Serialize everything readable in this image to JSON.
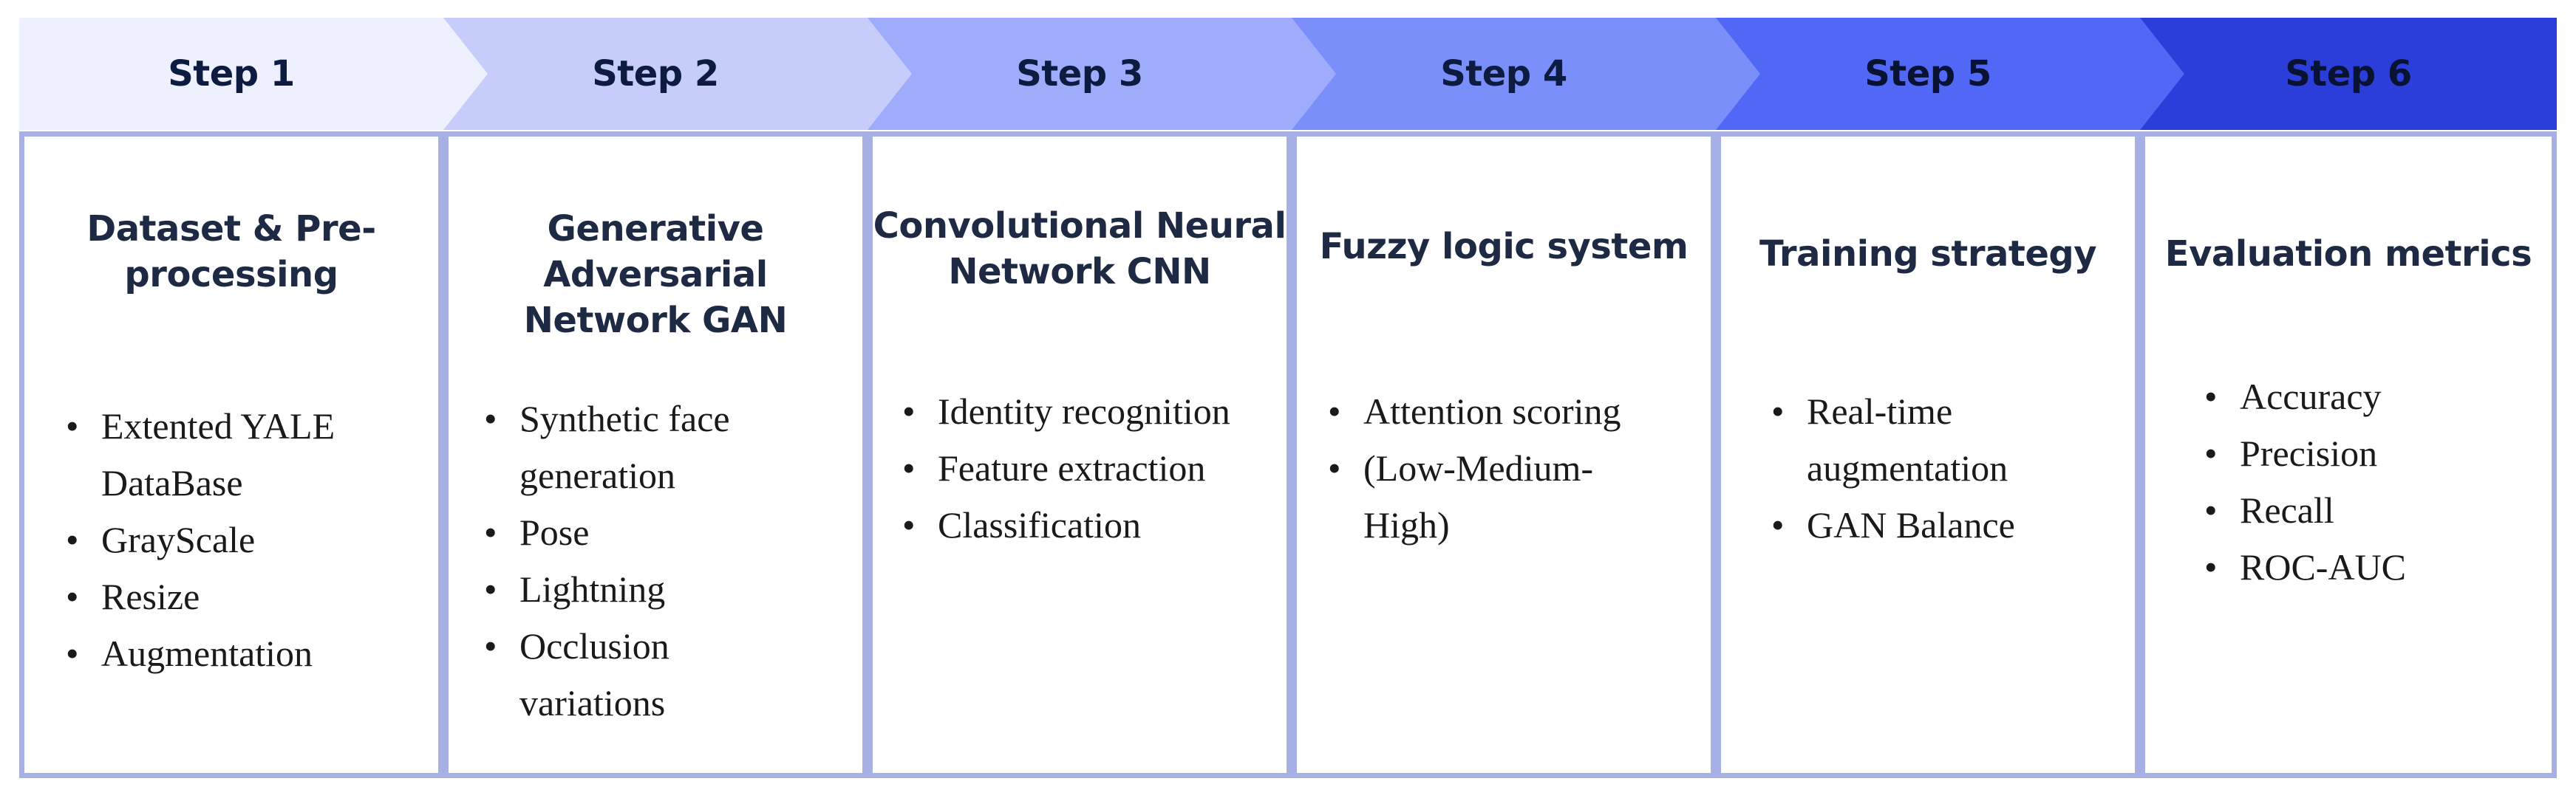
{
  "steps": [
    {
      "label": "Step 1",
      "color": "#eef1fd",
      "heading": [
        "Dataset & Pre-",
        "processing"
      ],
      "items": [
        [
          "Extented YALE",
          "DataBase"
        ],
        [
          "GrayScale"
        ],
        [
          "Resize"
        ],
        [
          "Augmentation"
        ]
      ]
    },
    {
      "label": "Step 2",
      "color": "#c6cdfb",
      "heading": [
        "Generative",
        "Adversarial",
        "Network GAN"
      ],
      "items": [
        [
          "Synthetic face",
          "generation"
        ],
        [
          "Pose"
        ],
        [
          "Lightning"
        ],
        [
          "Occlusion",
          "variations"
        ]
      ]
    },
    {
      "label": "Step 3",
      "color": "#9eacfb",
      "heading": [
        "Convolutional Neural",
        "Network  CNN"
      ],
      "items": [
        [
          "Identity recognition"
        ],
        [
          "Feature extraction"
        ],
        [
          "Classification"
        ]
      ]
    },
    {
      "label": "Step 4",
      "color": "#7b8ffa",
      "heading": [
        "Fuzzy logic system"
      ],
      "items": [
        [
          "Attention scoring"
        ],
        [
          "(Low-Medium-",
          "High)"
        ]
      ]
    },
    {
      "label": "Step 5",
      "color": "#5068f5",
      "heading": [
        "Training strategy"
      ],
      "items": [
        [
          "Real-time",
          "augmentation"
        ],
        [
          "GAN Balance"
        ]
      ]
    },
    {
      "label": "Step 6",
      "color": "#2c3ed9",
      "heading": [
        "Evaluation metrics"
      ],
      "items": [
        [
          "Accuracy"
        ],
        [
          "Precision"
        ],
        [
          "Recall"
        ],
        [
          "ROC-AUC"
        ]
      ]
    }
  ]
}
